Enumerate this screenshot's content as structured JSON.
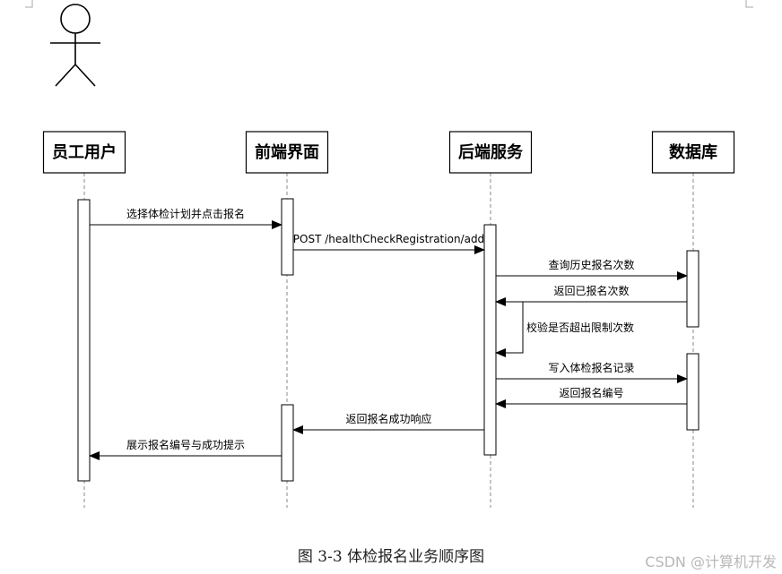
{
  "participants": [
    {
      "id": "user",
      "label": "员工用户"
    },
    {
      "id": "frontend",
      "label": "前端界面"
    },
    {
      "id": "backend",
      "label": "后端服务"
    },
    {
      "id": "db",
      "label": "数据库"
    }
  ],
  "messages": [
    {
      "from": "user",
      "to": "frontend",
      "label": "选择体检计划并点击报名",
      "kind": "sync"
    },
    {
      "from": "frontend",
      "to": "backend",
      "label": "POST /healthCheckRegistration/add",
      "kind": "sync"
    },
    {
      "from": "backend",
      "to": "db",
      "label": "查询历史报名次数",
      "kind": "sync"
    },
    {
      "from": "db",
      "to": "backend",
      "label": "返回已报名次数",
      "kind": "return"
    },
    {
      "from": "backend",
      "to": "backend",
      "label": "校验是否超出限制次数",
      "kind": "self"
    },
    {
      "from": "backend",
      "to": "db",
      "label": "写入体检报名记录",
      "kind": "sync"
    },
    {
      "from": "db",
      "to": "backend",
      "label": "返回报名编号",
      "kind": "return"
    },
    {
      "from": "backend",
      "to": "frontend",
      "label": "返回报名成功响应",
      "kind": "return"
    },
    {
      "from": "frontend",
      "to": "user",
      "label": "展示报名编号与成功提示",
      "kind": "return"
    }
  ],
  "caption": "图 3-3  体检报名业务顺序图",
  "watermark": "CSDN @计算机开发"
}
